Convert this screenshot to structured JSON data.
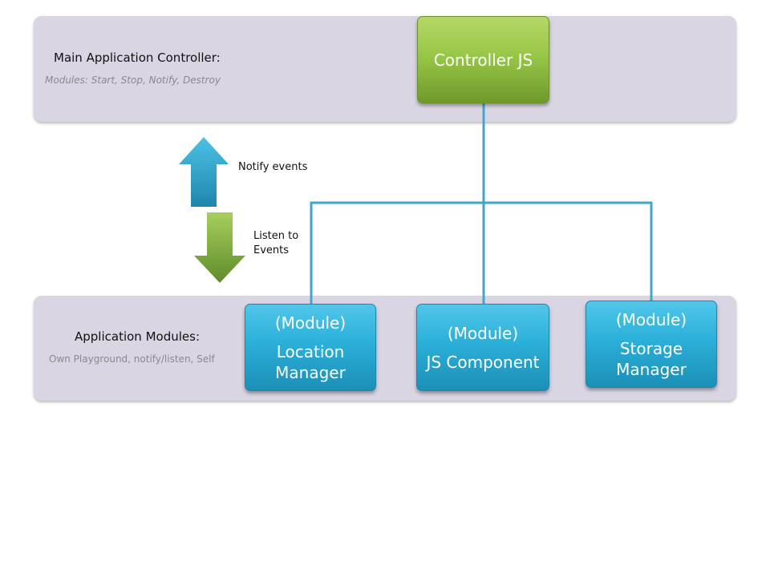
{
  "controller_band": {
    "title": "Main Application Controller:",
    "subtitle": "Modules: Start, Stop, Notify, Destroy"
  },
  "modules_band": {
    "title": "Application Modules:",
    "subtitle": "Own Playground, notify/listen, Self"
  },
  "controller_box": {
    "label": "Controller JS",
    "color": "#98c747"
  },
  "modules": [
    {
      "tag": "(Module)",
      "line1": "Location",
      "line2": "Manager"
    },
    {
      "tag": "(Module)",
      "line1": "JS Component",
      "line2": ""
    },
    {
      "tag": "(Module)",
      "line1": "Storage",
      "line2": "Manager"
    }
  ],
  "module_color": "#2bb0d9",
  "connector_color": "#3fa7c9",
  "arrows": {
    "up": {
      "icon": "up-arrow-icon",
      "color": "#2a9bc4",
      "label": "Notify events"
    },
    "down": {
      "icon": "down-arrow-icon",
      "color": "#7aa83a",
      "label_line1": "Listen to",
      "label_line2": "Events"
    }
  }
}
